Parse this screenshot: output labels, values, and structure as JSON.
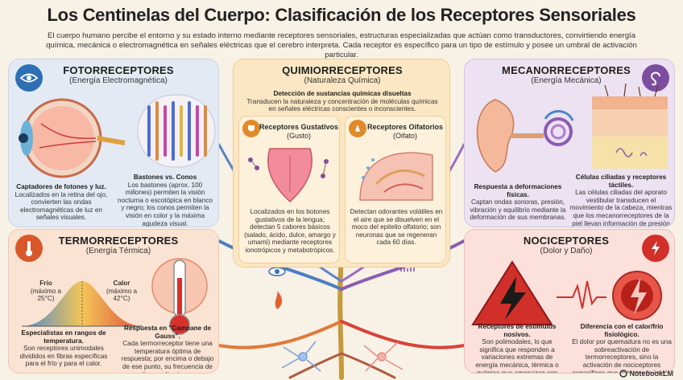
{
  "title": "Los Centinelas del Cuerpo: Clasificación de los Receptores Sensoriales",
  "intro": "El cuerpo humano percibe el entorno y su estado interno mediante receptores sensoriales, estructuras especializadas que actúan como transductores, convirtiendo energía química, mecánica o electromagnética en señales eléctricas que el cerebro interpreta. Cada receptor es específico para un tipo de estímulo y posee un umbral de activación particular.",
  "fotorreceptores": {
    "heading": "FOTORRECEPTORES",
    "subheading": "(Energía Electromagnética)",
    "left_title": "Captadores de fotones y luz.",
    "left_body": "Localizados en la retina del ojo, convierten las ondas electromagnéticas de luz en señales visuales.",
    "right_title": "Bastones vs. Conos",
    "right_body": "Los bastones (aprox. 100 millones) permiten la visión nocturna o escotópica en blanco y negro; los conos permiten la visión en color y la máxima agudeza visual."
  },
  "quimiorreceptores": {
    "heading": "QUIMIORRECEPTORES",
    "subheading": "(Naturaleza Química)",
    "lead_title": "Detección de sustancias químicas disueltas",
    "lead_body": "Transducen la naturaleza y concentración de moléculas químicas en señales eléctricas conscientes o inconscientes.",
    "gustativos": {
      "heading": "Receptores Gustativos",
      "subheading": "(Gusto)",
      "body": "Localizados en los botones gustativos de la lengua; detectan 5 cabores básicos (salado, ácido, dulce, amargo y umami) mediante receptores ionotrópicos y metabotrópicos."
    },
    "olfatorios": {
      "heading": "Receptores Oifatorios",
      "subheading": "(Oifato)",
      "body": "Detectan odorantes volátiles en el aire que se disuelven en el moco del epitelio olfatorio; son neuronas que se regeneran cada 60 días."
    }
  },
  "mecanorreceptores": {
    "heading": "MECANORRECEPTORES",
    "subheading": "(Energía Mecánica)",
    "left_title": "Respuesta a deformaciones físicas.",
    "left_body": "Captan ondas sonoras, presión, vibración y equilibrio mediante la deformación de sus membranas.",
    "right_title": "Células ciliadas y receptores táctiles.",
    "right_body": "Las células ciliadas del aporato vestibular transducen el movimiento de la cabeza, mientras que los mecanorreceptores de la piel llevan información de presión al SHC."
  },
  "termorreceptores": {
    "heading": "TERMORRECEPTORES",
    "subheading": "(Energía Térmica)",
    "cold_label": "Frío",
    "cold_range": "(máximo a 25°C)",
    "hot_label": "Calor",
    "hot_range": "(máximo a 42°C)",
    "left_title": "Especialistas en rangos de temperatura.",
    "left_body": "Son receptores unimodales divididos en fibras específicas para el frío y para el calor.",
    "right_title": "Respuesta en \"Campane de Gauss\".",
    "right_body": "Cada termorreceptor tiene una temperatura óptima de respuesta; por encima o debajo de ese punto, su frecuencia de disparo disminuye."
  },
  "nociceptores": {
    "heading": "NOCICEPTORES",
    "subheading": "(Dolor y Daño)",
    "left_title": "Receptores de estímulos nosivos.",
    "left_body": "Son polimodales, lo que significa que responden a variaciones extremas de energía mecánica, térmica o química que amenazan con dañar los tejidos.",
    "right_title": "Diferencia con el calor/frío fisiológico.",
    "right_body": "El dolor por quemadura no es una sobreactivación de termorreceptores, sino la activación de nociceptores específicos que detecten la lesión (ej. cambios de pH)."
  },
  "brand": "NotebookLM",
  "colors": {
    "foto": "#2d6fb3",
    "quim": "#d58a1e",
    "meca": "#7c4ea0",
    "term": "#d9582b",
    "noci": "#d1302a"
  },
  "icons": [
    "eye-icon",
    "flask-icon",
    "ear-icon",
    "thermometer-icon",
    "lightning-icon",
    "tongue-icon",
    "nose-icon"
  ]
}
